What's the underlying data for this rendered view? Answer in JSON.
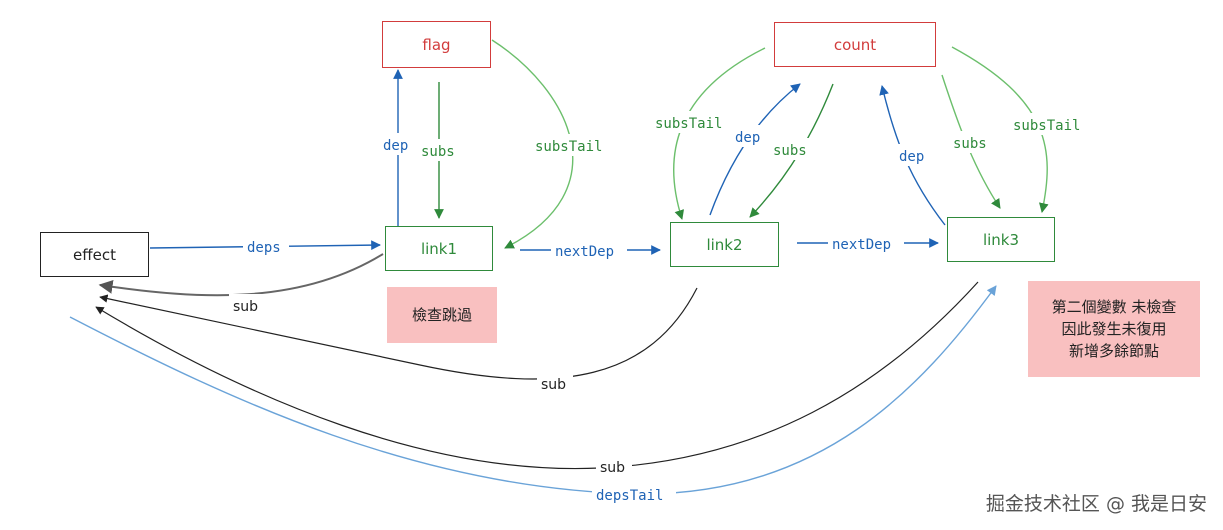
{
  "colors": {
    "red": "#d23c3c",
    "green": "#2f8a3b",
    "blue": "#1f63b5",
    "gray": "#666666",
    "black": "#222222",
    "light_blue": "#6aa3d8",
    "note_bg": "#f9c0c0"
  },
  "nodes": {
    "flag": "flag",
    "count": "count",
    "effect": "effect",
    "link1": "link1",
    "link2": "link2",
    "link3": "link3"
  },
  "edge_labels": {
    "dep": "dep",
    "subs": "subs",
    "subs_tail": "subsTail",
    "deps": "deps",
    "next_dep": "nextDep",
    "sub": "sub",
    "deps_tail": "depsTail"
  },
  "notes": {
    "skip_check": "檢查跳過",
    "second_var": "第二個變數  未檢查\n因此發生未復用\n新增多餘節點"
  },
  "watermark": "掘金技术社区 @ 我是日安"
}
